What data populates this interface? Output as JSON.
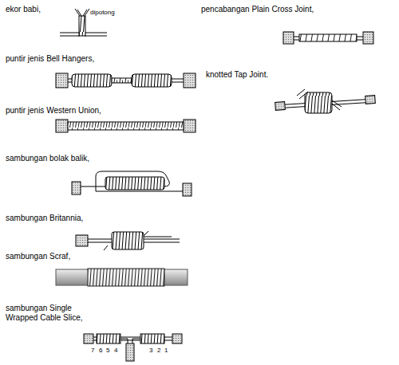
{
  "diagram": {
    "labels": [
      "ekor babi,",
      "dipotong",
      "pencabangan Plain Cross Joint,",
      "puntir jenis Bell Hangers,",
      "knotted Tap Joint.",
      "puntir jenis Western Union,",
      "sambungan bolak balik,",
      "sambungan Britannia,",
      "sambungan Scraf,",
      "sambungan Single Wrapped Cable Slice,",
      "7",
      "6",
      "5",
      "4",
      "3",
      "2",
      "1"
    ]
  }
}
